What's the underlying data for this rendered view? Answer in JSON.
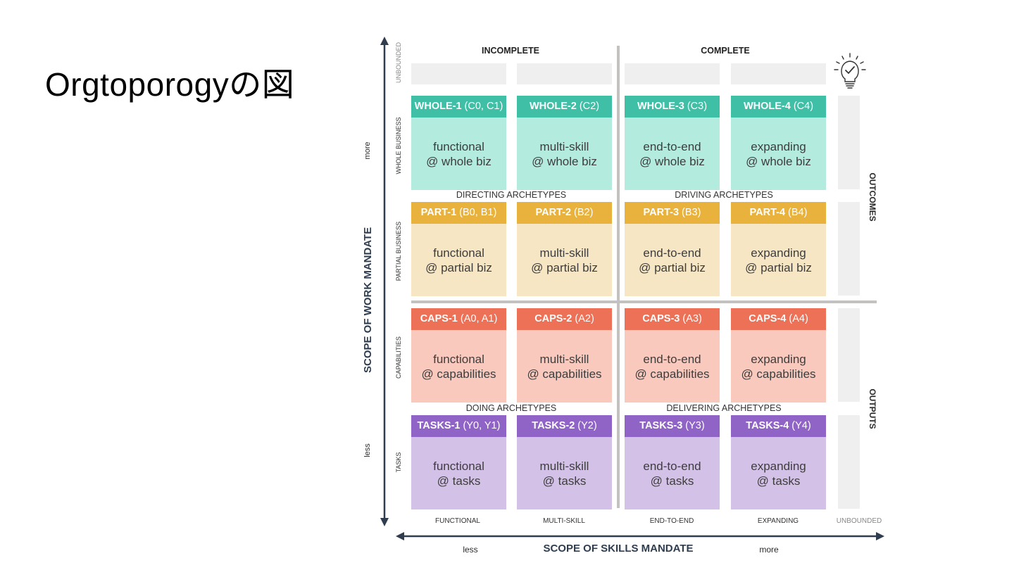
{
  "slide_title": "Orgtoporogyの図",
  "columns": {
    "incomplete": "INCOMPLETE",
    "complete": "COMPLETE"
  },
  "axis_rows": {
    "unbounded": "UNBOUNDED",
    "whole_business": "WHOLE BUSINESS",
    "partial_business": "PARTIAL BUSINESS",
    "capabilities": "CAPABILITIES",
    "tasks": "TASKS"
  },
  "axis_cols": [
    "FUNCTIONAL",
    "MULTI-SKILL",
    "END-TO-END",
    "EXPANDING",
    "UNBOUNDED"
  ],
  "y_axis": {
    "title": "SCOPE OF WORK MANDATE",
    "more": "more",
    "less": "less"
  },
  "x_axis": {
    "title": "SCOPE OF SKILLS MANDATE",
    "less": "less",
    "more": "more"
  },
  "side_labels": {
    "outcomes": "OUTCOMES",
    "outputs": "OUTPUTS"
  },
  "archetypes": {
    "directing": "DIRECTING ARCHETYPES",
    "driving": "DRIVING ARCHETYPES",
    "doing": "DOING ARCHETYPES",
    "delivering": "DELIVERING ARCHETYPES"
  },
  "colors": {
    "whole_head": "#3fbfa6",
    "whole_body": "#b4ebdf",
    "part_head": "#e8b23d",
    "part_body": "#f7e6c3",
    "caps_head": "#ec7157",
    "caps_body": "#f9c9bd",
    "tasks_head": "#9064c7",
    "tasks_body": "#d4c1e8"
  },
  "rows": [
    {
      "key": "whole",
      "cells": [
        {
          "id": "WHOLE-1",
          "code": " (C0, C1)",
          "line1": "functional",
          "line2": "@ whole biz"
        },
        {
          "id": "WHOLE-2",
          "code": " (C2)",
          "line1": "multi-skill",
          "line2": "@ whole biz"
        },
        {
          "id": "WHOLE-3",
          "code": " (C3)",
          "line1": "end-to-end",
          "line2": "@ whole biz"
        },
        {
          "id": "WHOLE-4",
          "code": " (C4)",
          "line1": "expanding",
          "line2": "@ whole biz"
        }
      ]
    },
    {
      "key": "part",
      "cells": [
        {
          "id": "PART-1",
          "code": " (B0, B1)",
          "line1": "functional",
          "line2": "@ partial biz"
        },
        {
          "id": "PART-2",
          "code": " (B2)",
          "line1": "multi-skill",
          "line2": "@ partial biz"
        },
        {
          "id": "PART-3",
          "code": " (B3)",
          "line1": "end-to-end",
          "line2": "@ partial biz"
        },
        {
          "id": "PART-4",
          "code": " (B4)",
          "line1": "expanding",
          "line2": "@ partial biz"
        }
      ]
    },
    {
      "key": "caps",
      "cells": [
        {
          "id": "CAPS-1",
          "code": " (A0, A1)",
          "line1": "functional",
          "line2": "@ capabilities"
        },
        {
          "id": "CAPS-2",
          "code": " (A2)",
          "line1": "multi-skill",
          "line2": "@ capabilities"
        },
        {
          "id": "CAPS-3",
          "code": " (A3)",
          "line1": "end-to-end",
          "line2": "@ capabilities"
        },
        {
          "id": "CAPS-4",
          "code": " (A4)",
          "line1": "expanding",
          "line2": "@ capabilities"
        }
      ]
    },
    {
      "key": "tasks",
      "cells": [
        {
          "id": "TASKS-1",
          "code": " (Y0, Y1)",
          "line1": "functional",
          "line2": "@ tasks"
        },
        {
          "id": "TASKS-2",
          "code": " (Y2)",
          "line1": "multi-skill",
          "line2": "@ tasks"
        },
        {
          "id": "TASKS-3",
          "code": " (Y3)",
          "line1": "end-to-end",
          "line2": "@ tasks"
        },
        {
          "id": "TASKS-4",
          "code": " (Y4)",
          "line1": "expanding",
          "line2": "@ tasks"
        }
      ]
    }
  ],
  "icon": "lightbulb-check-icon"
}
